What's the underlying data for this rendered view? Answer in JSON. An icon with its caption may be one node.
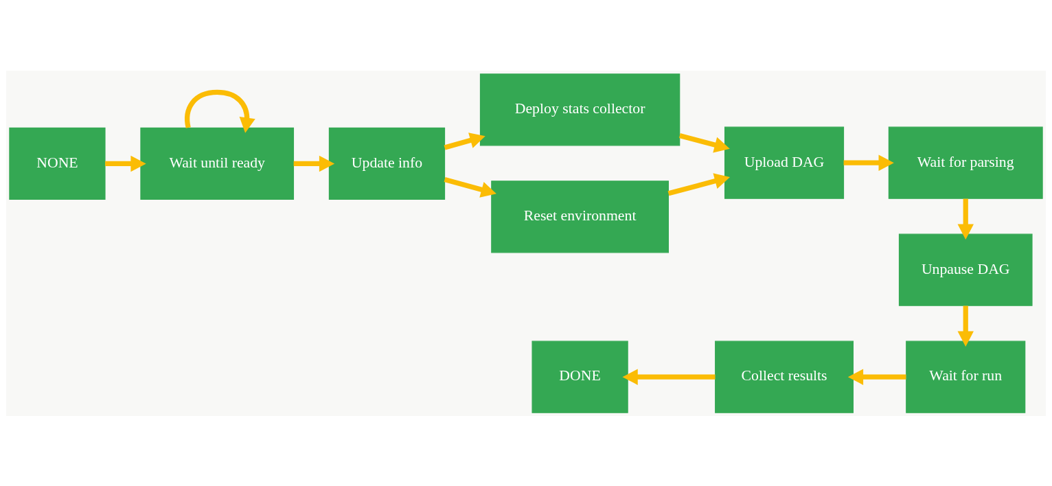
{
  "diagram": {
    "nodes": [
      {
        "text": [
          "NONE"
        ]
      },
      {
        "text": [
          "Wait until ready"
        ]
      },
      {
        "text": [
          "Update info"
        ]
      },
      {
        "text": [
          "Deploy stats collector"
        ]
      },
      {
        "text": [
          "Reset environment"
        ]
      },
      {
        "text": [
          "Upload DAG"
        ]
      },
      {
        "text": [
          "Wait for parsing"
        ]
      },
      {
        "text": [
          "Unpause DAG"
        ]
      },
      {
        "text": [
          "Wait for run"
        ]
      },
      {
        "text": [
          "Collect results"
        ]
      },
      {
        "text": [
          "DONE"
        ]
      }
    ],
    "edges": [
      {
        "from": 0,
        "to": 1,
        "arrow": "to"
      },
      {
        "from": 1,
        "to": 1,
        "arrow": "to"
      },
      {
        "from": 1,
        "to": 2,
        "arrow": "to"
      },
      {
        "from": 2,
        "to": 3,
        "arrow": "to"
      },
      {
        "from": 2,
        "to": 4,
        "arrow": "to"
      },
      {
        "from": 3,
        "to": 5,
        "arrow": "to"
      },
      {
        "from": 4,
        "to": 5,
        "arrow": "to"
      },
      {
        "from": 5,
        "to": 6,
        "arrow": "to"
      },
      {
        "from": 6,
        "to": 7,
        "arrow": "to"
      },
      {
        "from": 7,
        "to": 8,
        "arrow": "to"
      },
      {
        "from": 8,
        "to": 9,
        "arrow": "to"
      },
      {
        "from": 9,
        "to": 10,
        "arrow": "to"
      }
    ]
  }
}
